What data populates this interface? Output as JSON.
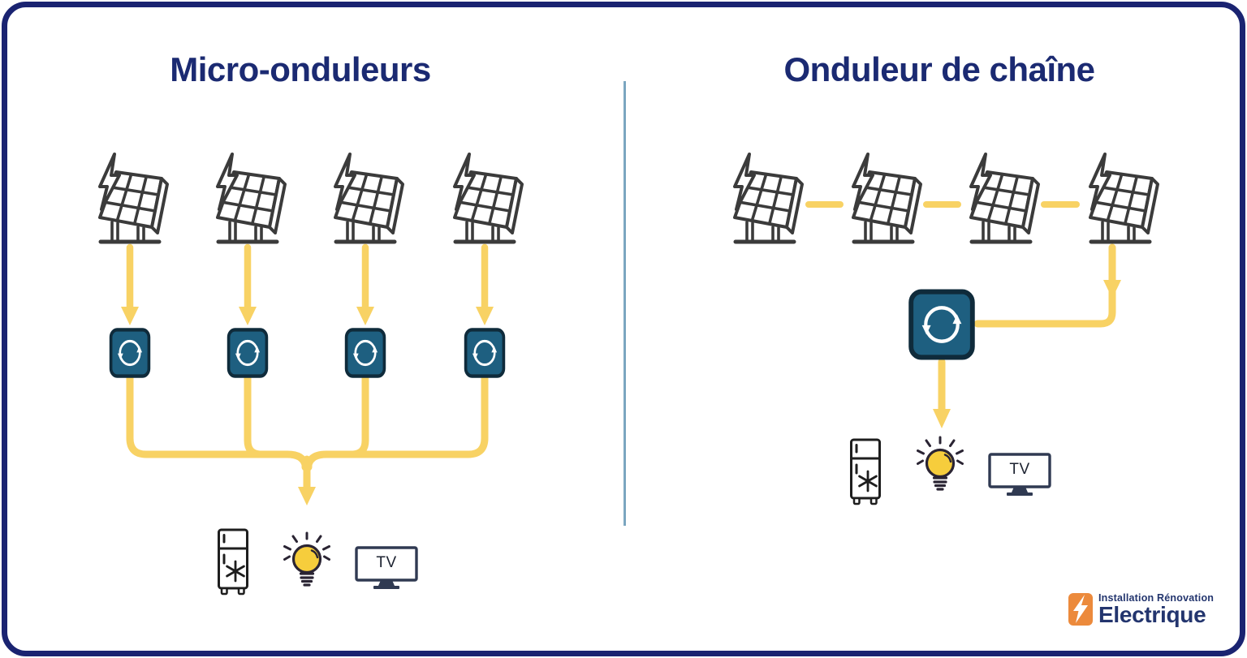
{
  "left_section": {
    "title": "Micro-onduleurs",
    "solar_panel_count": 4,
    "inverter_count": 4
  },
  "right_section": {
    "title": "Onduleur de chaîne",
    "solar_panel_count": 4,
    "inverter_count": 1
  },
  "appliances": {
    "tv_label": "TV",
    "items": [
      "fridge",
      "lightbulb",
      "tv"
    ]
  },
  "logo": {
    "line1": "Installation Rénovation",
    "line2": "Electrique"
  },
  "colors": {
    "wire_yellow": "#F8D264",
    "title_navy": "#1B2A72",
    "inverter_fill": "#1E5F80",
    "inverter_border": "#0F2B3B",
    "panel_outline": "#3B3B3B",
    "frame_navy": "#1A2371",
    "divider_blue": "#7BA6C0",
    "logo_orange": "#EC8A3C",
    "logo_navy": "#23356E"
  },
  "icons": {
    "solar_panel": "solar-panel-icon",
    "inverter": "sync-arrows-icon",
    "fridge": "fridge-icon",
    "lightbulb": "lightbulb-icon",
    "tv": "tv-icon",
    "logo": "lightning-bolt-icon"
  }
}
